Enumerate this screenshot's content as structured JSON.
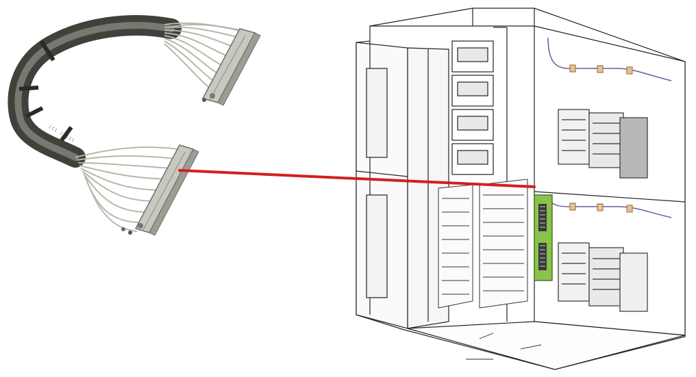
{
  "figure": {
    "background": "#ffffff",
    "connector_line_color": "#d21f1f",
    "cable_color": "#b9b8ac",
    "cable_sleeve_color": "#4a4c45",
    "connector_color": "#c9c8c0",
    "chassis_line_color": "#222222",
    "backplane_color": "#8bc34a",
    "components": [
      "ribbon-cable",
      "connector-line",
      "server-chassis",
      "scsi-backplane"
    ]
  }
}
